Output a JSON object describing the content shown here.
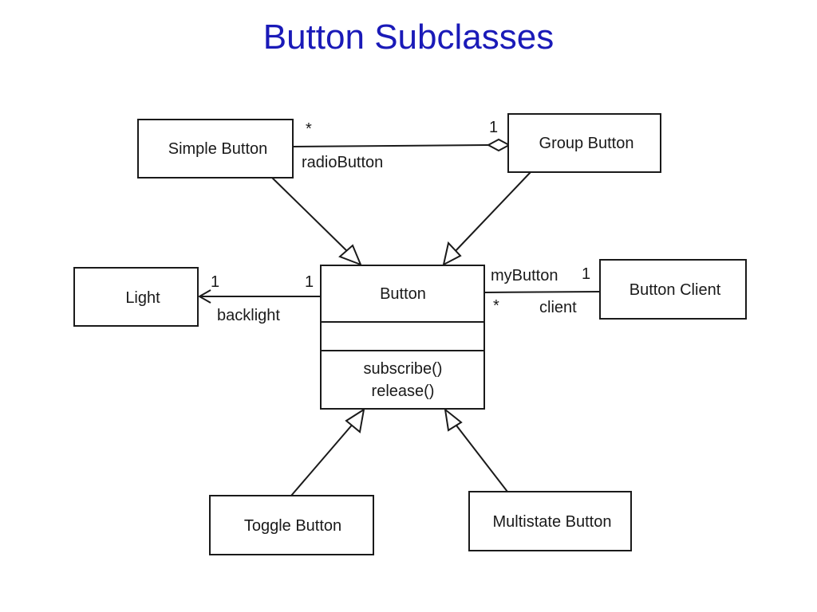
{
  "title": "Button Subclasses",
  "classes": {
    "simple_button": "Simple Button",
    "group_button": "Group Button",
    "light": "Light",
    "button": "Button",
    "button_client": "Button Client",
    "toggle_button": "Toggle Button",
    "multistate_button": "Multistate Button"
  },
  "button_methods": [
    "subscribe()",
    "release()"
  ],
  "associations": {
    "radio": {
      "role": "radioButton",
      "mult_simple": "*",
      "mult_group": "1"
    },
    "backlight": {
      "role": "backlight",
      "mult_light": "1",
      "mult_button": "1"
    },
    "client": {
      "role_button": "myButton",
      "role_client": "client",
      "mult_client": "1",
      "mult_button": "*"
    }
  }
}
